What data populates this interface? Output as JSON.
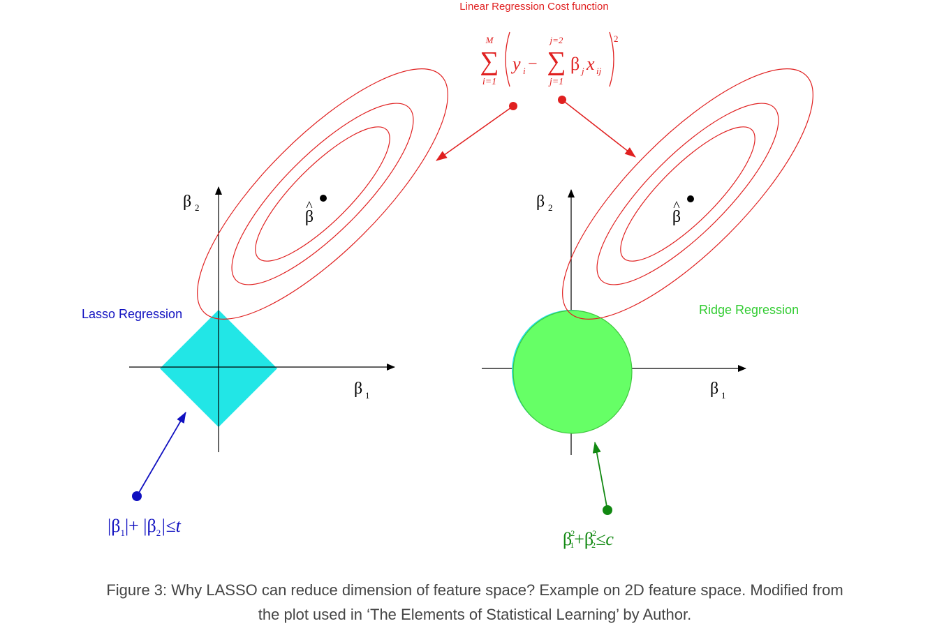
{
  "title": "Linear Regression Cost function",
  "cost_formula": {
    "sum_upper": "M",
    "sum_lower": "i=1",
    "inner_upper": "j=2",
    "inner_lower": "j=1",
    "y": "y",
    "y_sub": "i",
    "minus": "−",
    "beta": "β",
    "beta_sub": "j",
    "x": "x",
    "x_sub": "ij",
    "power": "2"
  },
  "axes": {
    "beta1": "β",
    "beta1_sub": "1",
    "beta2": "β",
    "beta2_sub": "2",
    "beta_hat": "β",
    "hat": "^"
  },
  "lasso": {
    "label": "Lasso Regression",
    "constraint_parts": [
      "|β",
      "1",
      "|+ |β",
      "2",
      "|≤t"
    ]
  },
  "ridge": {
    "label": "Ridge Regression",
    "constraint_parts": [
      "β",
      "2",
      "1",
      "+β",
      "2",
      "2",
      "≤c"
    ]
  },
  "colors": {
    "contour": "#e02020",
    "lasso_fill": "#22e6e6",
    "ridge_fill": "#66ff66",
    "ridge_stroke": "#3fc63f",
    "lasso_text": "#1010c0",
    "ridge_label": "#33cc33",
    "ridge_constraint": "#118811",
    "axis": "#000000"
  },
  "caption": {
    "line1": "Figure 3: Why LASSO can reduce dimension of feature space? Example on 2D feature space. Modified from",
    "line2": "the plot used in ‘The Elements of Statistical Learning’ by Author."
  }
}
